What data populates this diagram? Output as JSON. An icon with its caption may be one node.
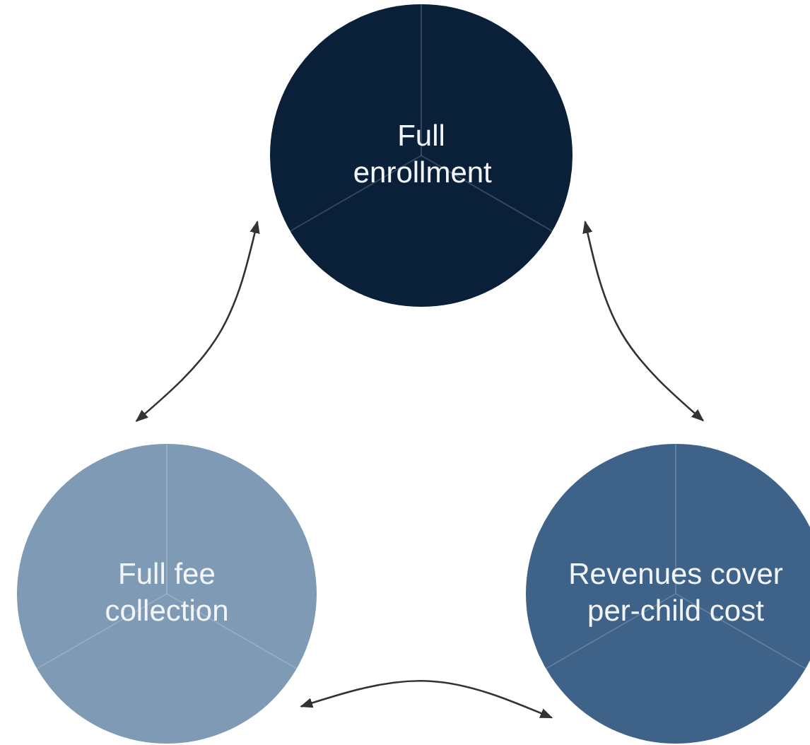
{
  "diagram": {
    "nodes": [
      {
        "text": [
          "Full enrollment"
        ]
      },
      {
        "text": [
          "Full fee collection"
        ]
      },
      {
        "text": [
          "Revenues cover per-child cost"
        ]
      }
    ],
    "edges": [
      {
        "from": 0,
        "to": 1,
        "arrow": "both"
      },
      {
        "from": 0,
        "to": 2,
        "arrow": "both"
      },
      {
        "from": 1,
        "to": 2,
        "arrow": "both"
      }
    ]
  }
}
